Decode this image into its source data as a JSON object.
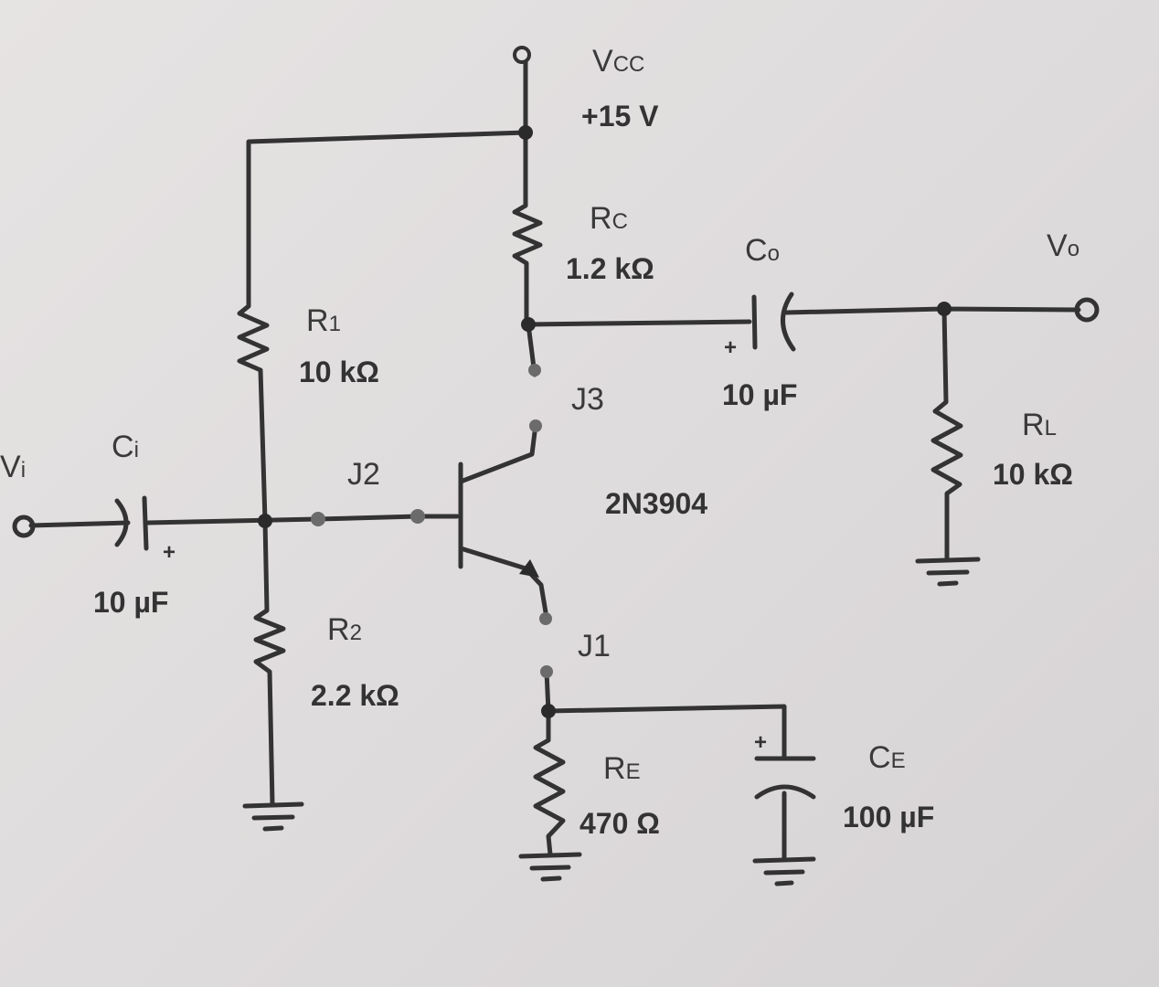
{
  "supply": {
    "name": "V",
    "sub": "CC",
    "value": "+15 V"
  },
  "input": {
    "name": "V",
    "sub": "i"
  },
  "output": {
    "name": "V",
    "sub": "o"
  },
  "transistor": {
    "part": "2N3904"
  },
  "resistors": {
    "r1": {
      "name": "R",
      "sub": "1",
      "value": "10 kΩ"
    },
    "r2": {
      "name": "R",
      "sub": "2",
      "value": "2.2 kΩ"
    },
    "rc": {
      "name": "R",
      "sub": "C",
      "value": "1.2 kΩ"
    },
    "re": {
      "name": "R",
      "sub": "E",
      "value": "470 Ω"
    },
    "rl": {
      "name": "R",
      "sub": "L",
      "value": "10 kΩ"
    }
  },
  "capacitors": {
    "ci": {
      "name": "C",
      "sub": "i",
      "value": "10 µF"
    },
    "co": {
      "name": "C",
      "sub": "o",
      "value": "10 µF"
    },
    "ce": {
      "name": "C",
      "sub": "E",
      "value": "100 µF"
    }
  },
  "jumpers": {
    "j1": "J1",
    "j2": "J2",
    "j3": "J3"
  },
  "plus_mark": "+"
}
